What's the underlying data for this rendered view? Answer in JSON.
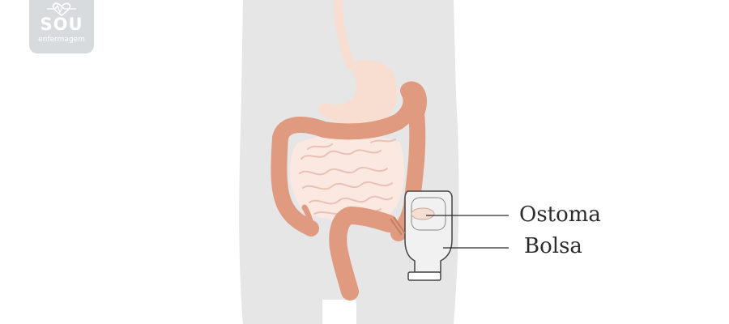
{
  "logo": {
    "main_text": "SOU",
    "sub_text": "enfermagem",
    "icon": "heart-pulse-icon"
  },
  "labels": {
    "ostoma": "Ostoma",
    "bolsa": "Bolsa"
  },
  "colors": {
    "body_silhouette": "#e6e6e6",
    "intestine": "#e09a80",
    "small_intestine": "#fbe8e1",
    "stomach": "#f8ddd1",
    "pouch": "#f1f1f1",
    "logo_badge": "#d7dbde"
  }
}
